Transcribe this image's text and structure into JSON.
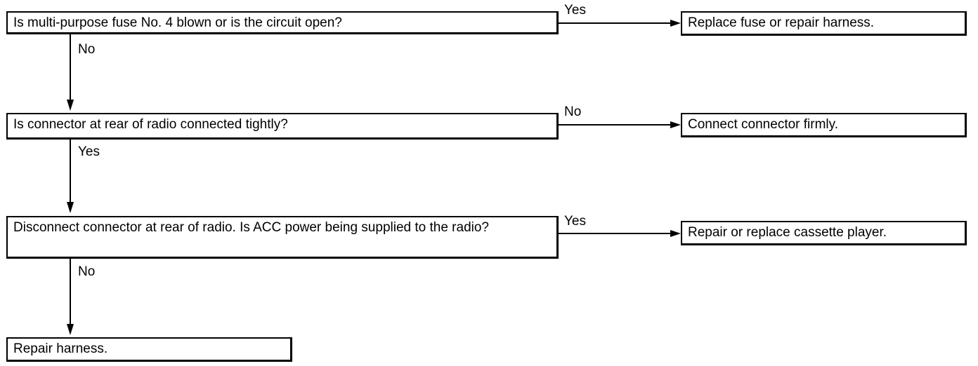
{
  "nodes": {
    "q1": "Is multi-purpose fuse No. 4 blown or is the circuit open?",
    "q2": "Is connector at rear of radio connected tightly?",
    "q3": "Disconnect connector at rear of radio. Is ACC power being supplied to the radio?",
    "a1": "Replace fuse or repair harness.",
    "a2": "Connect connector firmly.",
    "a3": "Repair or replace cassette player.",
    "a4": "Repair harness."
  },
  "edges": {
    "q1_right": "Yes",
    "q1_down": "No",
    "q2_right": "No",
    "q2_down": "Yes",
    "q3_right": "Yes",
    "q3_down": "No"
  }
}
